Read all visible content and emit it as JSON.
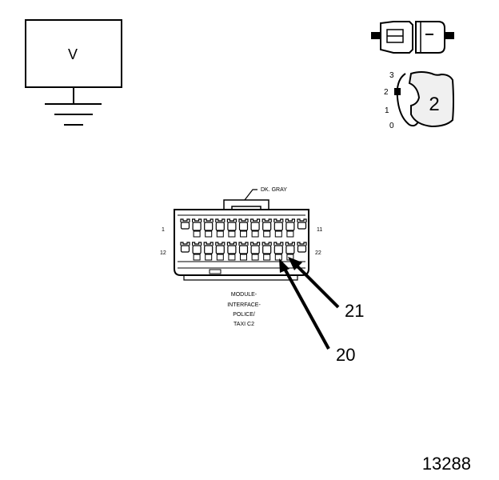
{
  "voltmeter": {
    "label": "V"
  },
  "ignition_switch": {
    "positions": [
      "3",
      "2",
      "1",
      "0"
    ],
    "selected": "2"
  },
  "connector": {
    "color_label": "DK. GRAY",
    "pin_left_top": "1",
    "pin_right_top": "11",
    "pin_left_bottom": "12",
    "pin_right_bottom": "22",
    "caption_lines": [
      "MODULE-",
      "INTERFACE-",
      "POLICE/",
      "TAXI C2"
    ]
  },
  "callouts": [
    "21",
    "20"
  ],
  "figure_number": "13288",
  "colors": {
    "ink": "#000000",
    "key_fill": "#f0f0f0"
  }
}
